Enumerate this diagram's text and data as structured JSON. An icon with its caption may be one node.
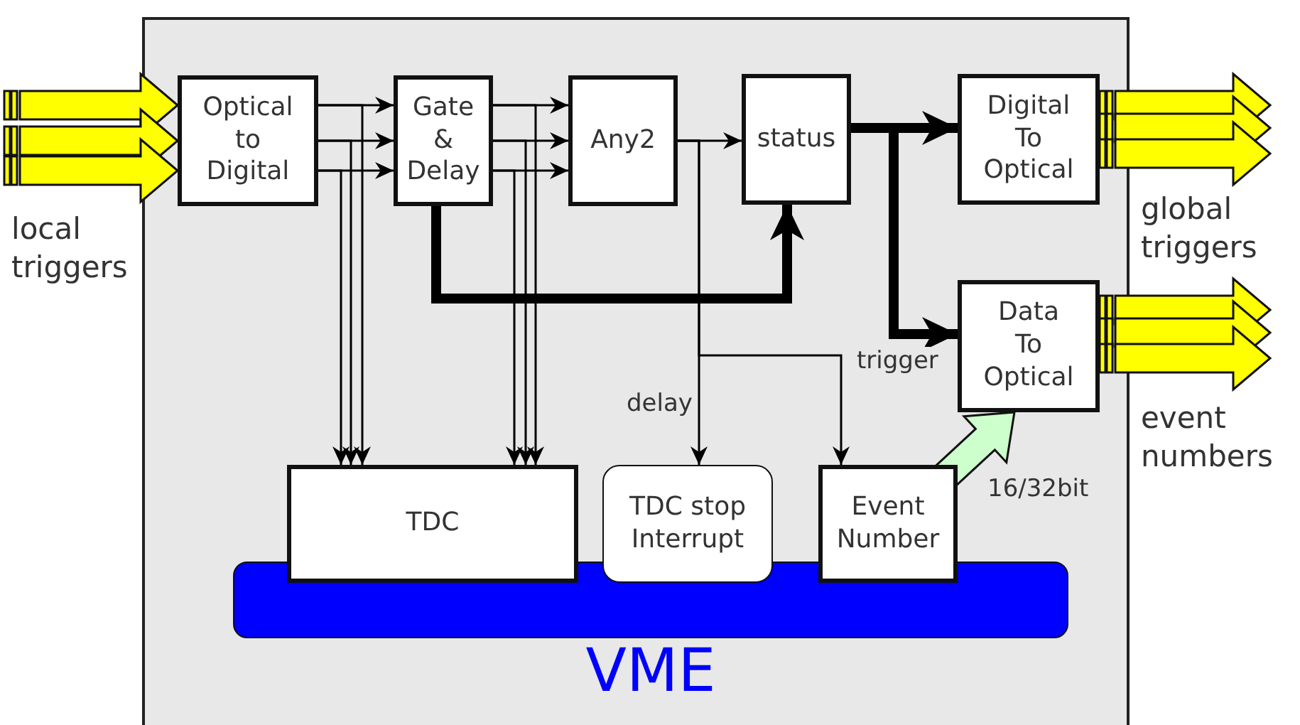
{
  "diagram": {
    "nodes": [
      {
        "text": [],
        "shape": "box"
      },
      {
        "text": [
          "local triggers"
        ]
      },
      {
        "text": [
          "Optical to Digital"
        ],
        "in": 0
      },
      {
        "text": [
          "Gate & Delay"
        ],
        "in": 0
      },
      {
        "text": [
          "Any2"
        ],
        "in": 0
      },
      {
        "text": [
          "status"
        ],
        "in": 0
      },
      {
        "text": [
          "Digital To Optical"
        ],
        "in": 0
      },
      {
        "text": [
          "Data To Optical"
        ],
        "in": 0
      },
      {
        "text": [
          "TDC"
        ],
        "in": 0
      },
      {
        "text": [
          "TDC stop Interrupt"
        ],
        "in": 0
      },
      {
        "text": [
          "Event Number"
        ],
        "in": 0
      },
      {
        "text": [
          "VME"
        ],
        "in": 0
      },
      {
        "text": [
          "global triggers"
        ]
      },
      {
        "text": [
          "event numbers"
        ]
      }
    ],
    "edges": [
      {
        "from": 1,
        "to": 2,
        "arrow": "to",
        "style": "thick",
        "color": "#ffff00"
      },
      {
        "from": 1,
        "to": 2,
        "arrow": "to",
        "style": "thick",
        "color": "#ffff00"
      },
      {
        "from": 1,
        "to": 2,
        "arrow": "to",
        "style": "thick",
        "color": "#ffff00"
      },
      {
        "from": 2,
        "to": 3,
        "arrow": "to"
      },
      {
        "from": 2,
        "to": 3,
        "arrow": "to"
      },
      {
        "from": 2,
        "to": 3,
        "arrow": "to"
      },
      {
        "from": 2,
        "to": 8,
        "arrow": "to"
      },
      {
        "from": 2,
        "to": 8,
        "arrow": "to"
      },
      {
        "from": 2,
        "to": 8,
        "arrow": "to"
      },
      {
        "from": 3,
        "to": 4,
        "arrow": "to"
      },
      {
        "from": 3,
        "to": 4,
        "arrow": "to"
      },
      {
        "from": 3,
        "to": 4,
        "arrow": "to"
      },
      {
        "from": 3,
        "to": 8,
        "arrow": "to"
      },
      {
        "from": 3,
        "to": 8,
        "arrow": "to"
      },
      {
        "from": 3,
        "to": 8,
        "arrow": "to"
      },
      {
        "from": 3,
        "to": 5,
        "arrow": "to",
        "style": "thick"
      },
      {
        "from": 4,
        "to": 5,
        "arrow": "to"
      },
      {
        "from": 4,
        "to": 9,
        "arrow": "to",
        "label": "delay"
      },
      {
        "from": 4,
        "to": 10,
        "arrow": "to"
      },
      {
        "from": 5,
        "to": 6,
        "arrow": "to",
        "style": "thick"
      },
      {
        "from": 5,
        "to": 7,
        "arrow": "to",
        "style": "thick",
        "label": "trigger"
      },
      {
        "from": 10,
        "to": 7,
        "arrow": "to",
        "style": "thick",
        "color": "#ccffcc",
        "label": "16/32bit"
      },
      {
        "from": 6,
        "to": 12,
        "arrow": "to",
        "style": "thick",
        "color": "#ffff00"
      },
      {
        "from": 6,
        "to": 12,
        "arrow": "to",
        "style": "thick",
        "color": "#ffff00"
      },
      {
        "from": 6,
        "to": 12,
        "arrow": "to",
        "style": "thick",
        "color": "#ffff00"
      },
      {
        "from": 7,
        "to": 13,
        "arrow": "to",
        "style": "thick",
        "color": "#ffff00"
      },
      {
        "from": 7,
        "to": 13,
        "arrow": "to",
        "style": "thick",
        "color": "#ffff00"
      },
      {
        "from": 7,
        "to": 13,
        "arrow": "to",
        "style": "thick",
        "color": "#ffff00"
      }
    ]
  }
}
